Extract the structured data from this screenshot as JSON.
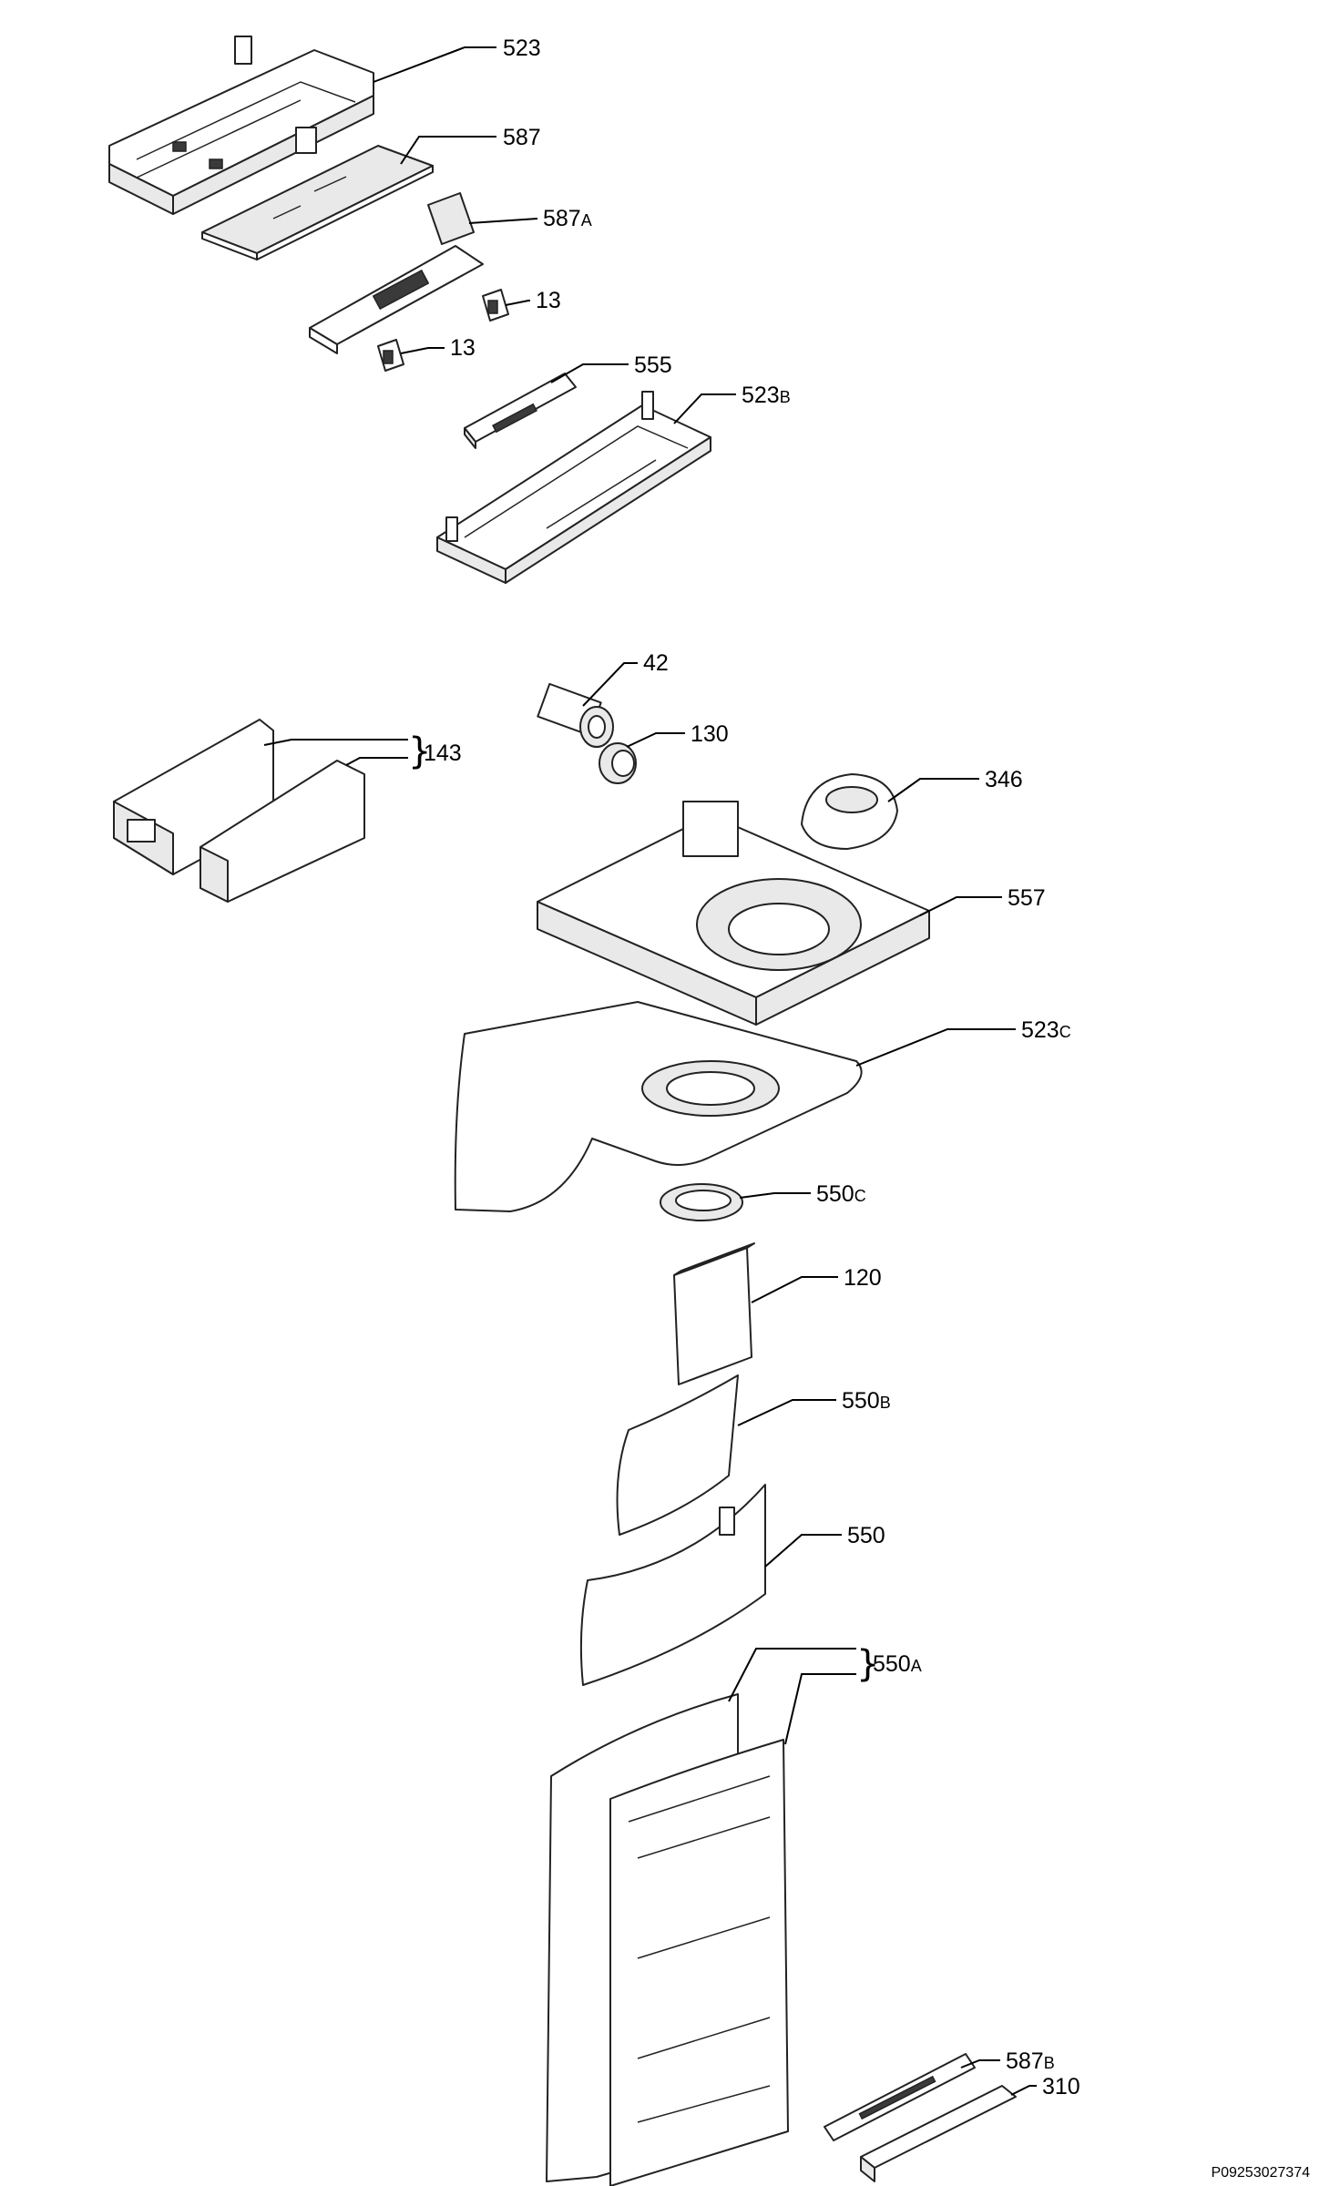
{
  "labels": [
    {
      "id": "523",
      "main": "523",
      "sub": ""
    },
    {
      "id": "587",
      "main": "587",
      "sub": ""
    },
    {
      "id": "587A",
      "main": "587",
      "sub": "A"
    },
    {
      "id": "13a",
      "main": "13",
      "sub": ""
    },
    {
      "id": "13b",
      "main": "13",
      "sub": ""
    },
    {
      "id": "555",
      "main": "555",
      "sub": ""
    },
    {
      "id": "523B",
      "main": "523",
      "sub": "B"
    },
    {
      "id": "42",
      "main": "42",
      "sub": ""
    },
    {
      "id": "130",
      "main": "130",
      "sub": ""
    },
    {
      "id": "143",
      "main": "143",
      "sub": ""
    },
    {
      "id": "346",
      "main": "346",
      "sub": ""
    },
    {
      "id": "557",
      "main": "557",
      "sub": ""
    },
    {
      "id": "523C",
      "main": "523",
      "sub": "C"
    },
    {
      "id": "550C",
      "main": "550",
      "sub": "C"
    },
    {
      "id": "120",
      "main": "120",
      "sub": ""
    },
    {
      "id": "550B",
      "main": "550",
      "sub": "B"
    },
    {
      "id": "550",
      "main": "550",
      "sub": ""
    },
    {
      "id": "550A",
      "main": "550",
      "sub": "A"
    },
    {
      "id": "587B",
      "main": "587",
      "sub": "B"
    },
    {
      "id": "310",
      "main": "310",
      "sub": ""
    }
  ],
  "drawing_code": "P09253027374"
}
